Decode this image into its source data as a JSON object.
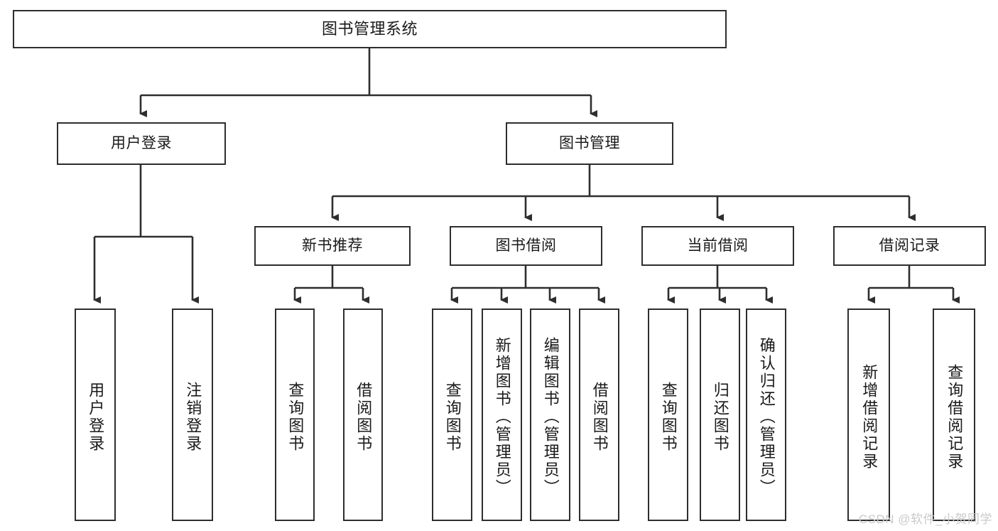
{
  "diagram": {
    "title": "图书管理系统",
    "type": "tree",
    "root": {
      "label": "图书管理系统"
    },
    "level2": [
      {
        "label": "用户登录"
      },
      {
        "label": "图书管理"
      }
    ],
    "level3": [
      {
        "label": "新书推荐"
      },
      {
        "label": "图书借阅"
      },
      {
        "label": "当前借阅"
      },
      {
        "label": "借阅记录"
      }
    ],
    "leaves": {
      "user_login": [
        {
          "label": "用户登录"
        },
        {
          "label": "注销登录"
        }
      ],
      "new_book_recommend": [
        {
          "label": "查询图书"
        },
        {
          "label": "借阅图书"
        }
      ],
      "book_borrow": [
        {
          "label": "查询图书"
        },
        {
          "label": "新增图书（管理员）"
        },
        {
          "label": "编辑图书（管理员）"
        },
        {
          "label": "借阅图书"
        }
      ],
      "current_borrow": [
        {
          "label": "查询图书"
        },
        {
          "label": "归还图书"
        },
        {
          "label": "确认归还（管理员）"
        }
      ],
      "borrow_record": [
        {
          "label": "新增借阅记录"
        },
        {
          "label": "查询借阅记录"
        }
      ]
    }
  },
  "watermark": {
    "text": "CSDN @软件_小贺同学"
  },
  "colors": {
    "stroke": "#2e2e2e",
    "background": "#ffffff",
    "text": "#1a1a1a",
    "watermark": "#c9c9c9"
  }
}
